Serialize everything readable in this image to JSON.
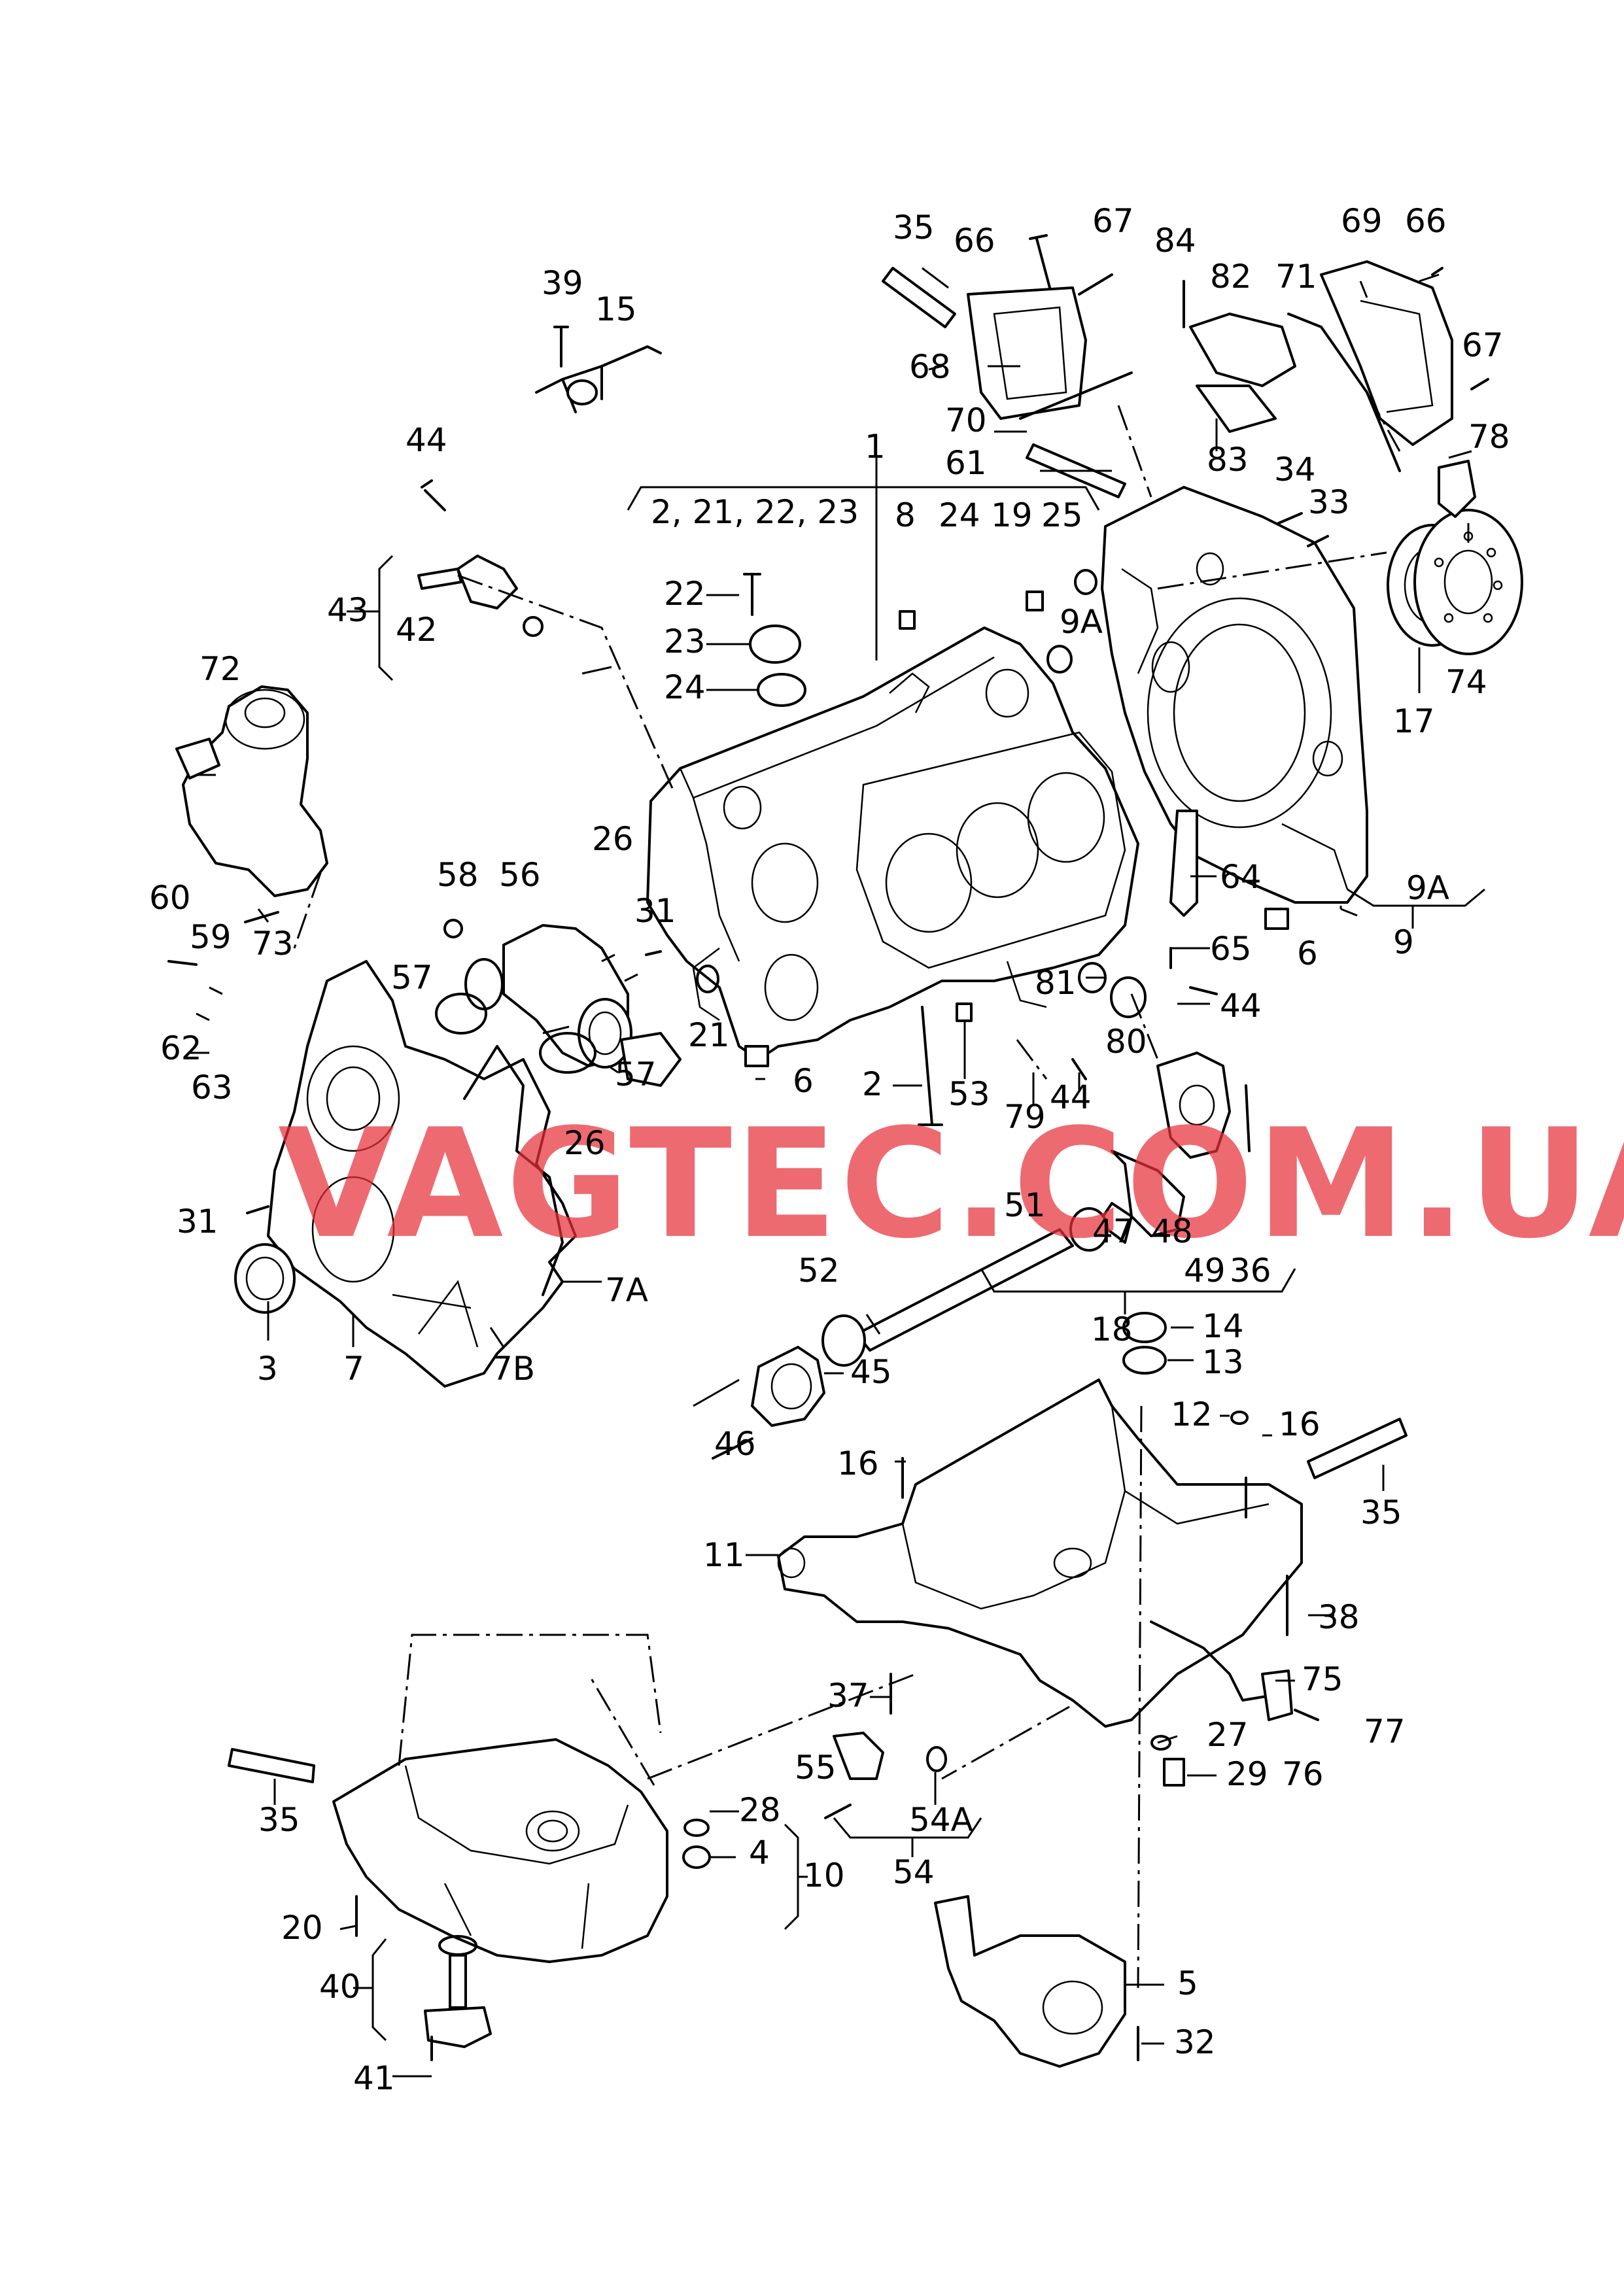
{
  "watermark": "VAGTEC.COM.UA",
  "colors": {
    "watermark": "#e8303a",
    "ink": "#000000",
    "background": "#ffffff"
  },
  "callouts": {
    "c1": "1",
    "c2_group": "2, 21, 22, 23",
    "c2": "2",
    "c3": "3",
    "c4": "4",
    "c5": "5",
    "c6a": "6",
    "c6b": "6",
    "c7": "7",
    "c7a": "7A",
    "c7b": "7B",
    "c8": "8",
    "c9": "9",
    "c9a_top": "9A",
    "c9a_bottom": "9A",
    "c10": "10",
    "c11": "11",
    "c12": "12",
    "c13": "13",
    "c14": "14",
    "c15": "15",
    "c16a": "16",
    "c16b": "16",
    "c17": "17",
    "c18": "18",
    "c19": "19",
    "c20": "20",
    "c21": "21",
    "c22": "22",
    "c23": "23",
    "c24a": "24",
    "c24b": "24",
    "c25": "25",
    "c26a": "26",
    "c26b": "26",
    "c27": "27",
    "c28": "28",
    "c29": "29",
    "c31a": "31",
    "c31b": "31",
    "c32": "32",
    "c33": "33",
    "c34": "34",
    "c35a": "35",
    "c35b": "35",
    "c35c": "35",
    "c36": "36",
    "c37": "37",
    "c38": "38",
    "c39": "39",
    "c40": "40",
    "c41": "41",
    "c42": "42",
    "c43": "43",
    "c44a": "44",
    "c44b": "44",
    "c44c": "44",
    "c45": "45",
    "c46": "46",
    "c47": "47",
    "c48": "48",
    "c49": "49",
    "c51": "51",
    "c52": "52",
    "c53": "53",
    "c54": "54",
    "c54a": "54A",
    "c55": "55",
    "c56": "56",
    "c57a": "57",
    "c57b": "57",
    "c58": "58",
    "c59": "59",
    "c60": "60",
    "c61": "61",
    "c62": "62",
    "c63": "63",
    "c64": "64",
    "c65": "65",
    "c66a": "66",
    "c66b": "66",
    "c67a": "67",
    "c67b": "67",
    "c68": "68",
    "c69": "69",
    "c70": "70",
    "c71": "71",
    "c72": "72",
    "c73": "73",
    "c74": "74",
    "c75": "75",
    "c76": "76",
    "c77": "77",
    "c78": "78",
    "c79": "79",
    "c80": "80",
    "c81": "81",
    "c82": "82",
    "c83": "83",
    "c84": "84"
  }
}
